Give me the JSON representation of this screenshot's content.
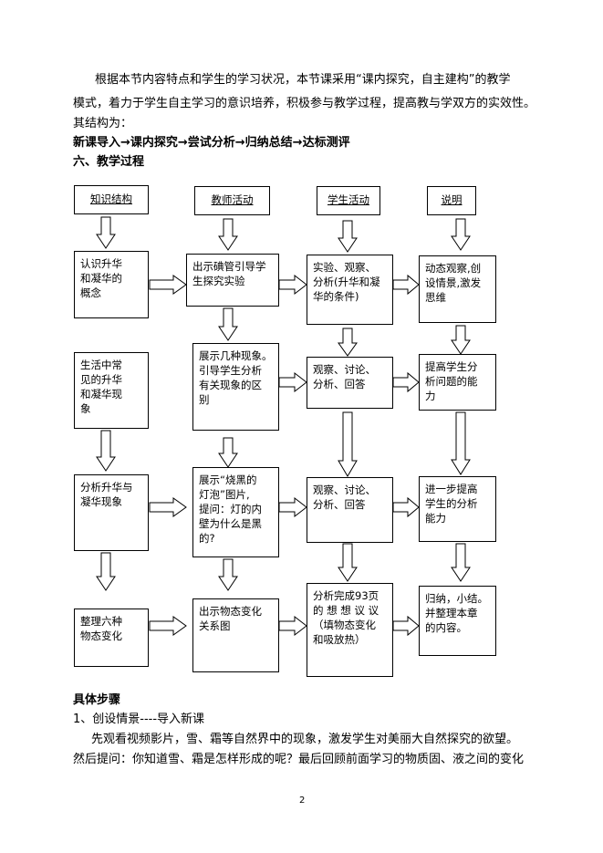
{
  "intro": {
    "line1": "根据本节内容特点和学生的学习状况，本节课采用“课内探究，自主建构”的教学",
    "line2": "模式，着力于学生自主学习的意识培养，积极参与教学过程，提高教与学双方的实效性。",
    "line3": "其结构为："
  },
  "structure_line": "新课导入→课内探究→尝试分析→归纳总结→达标测评",
  "section_title": "六、教学过程",
  "headers": {
    "knowledge": "知识结构",
    "teacher": "教师活动",
    "student": "学生活动",
    "note": "说明"
  },
  "boxes": {
    "k1": "认识升华\n和凝华的\n概念",
    "t1": "出示碘管引导学\n生探究实验",
    "s1": "实验、观察、\n分析(升华和凝\n华的条件)",
    "n1": "动态观察,创\n设情景,激发\n思维",
    "k2": "生活中常\n见的升华\n和凝华现\n象",
    "t2": "展示几种现象。\n引导学生分析\n有关现象的区\n别",
    "s2": "观察、讨论、\n分析、回答",
    "n2": "提高学生分\n析问题的能\n力",
    "k3": "分析升华与\n凝华现象",
    "t3": "展示“烧黑的\n灯泡”图片,\n提问：灯的内\n壁为什么是黑\n的?",
    "s3": "观察、讨论、\n分析、回答",
    "n3": "进一步提高\n学生的分析\n能力",
    "k4": "整理六种\n物态变化",
    "t4": "出示物态变化\n关系图",
    "s4": "分析完成93页\n的 想 想 议 议\n（填物态变化\n和吸放热）",
    "n4": "归纳，小结。\n并整理本章\n的内容。"
  },
  "steps": {
    "title": "具体步骤",
    "step1": "1、创设情景----导入新课",
    "para1": "先观看视频影片，雪、霜等自然界中的现象，激发学生对美丽大自然探究的欲望。",
    "para2": "然后提问：你知道雪、霜是怎样形成的呢？最后回顾前面学习的物质固、液之间的变化"
  },
  "page_number": "2"
}
